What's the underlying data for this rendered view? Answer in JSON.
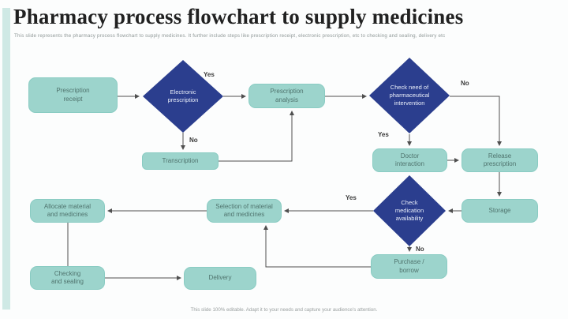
{
  "slide": {
    "title": "Pharmacy process flowchart to supply medicines",
    "subtitle": "This slide represents the pharmacy process flowchart to supply medicines. It further include steps like prescription receipt, electronic prescription, etc to checking and sealing, delivery etc",
    "footer_note": "This slide 100% editable. Adapt it to your needs and capture your audience's attention."
  },
  "colors": {
    "accent_strip": "#cfe9e5",
    "process_fill": "#9cd4cc",
    "process_border": "#8accc3",
    "process_text": "#4f736d",
    "decision_fill": "#2b3e8e",
    "decision_text": "#e9eef9",
    "connector": "#4f4f4f",
    "title_text": "#212121",
    "muted_text": "#8e9796"
  },
  "flowchart": {
    "nodes": {
      "prescription_receipt": {
        "label": "Prescription\nreceipt",
        "type": "process"
      },
      "electronic_prescription": {
        "label": "Electronic\nprescription",
        "type": "decision"
      },
      "prescription_analysis": {
        "label": "Prescription\nanalysis",
        "type": "process"
      },
      "transcription": {
        "label": "Transcription",
        "type": "process"
      },
      "check_need_pharmaceutical_intervention": {
        "label": "Check need of\npharmaceutical\nintervention",
        "type": "decision"
      },
      "doctor_interaction": {
        "label": "Doctor\ninteraction",
        "type": "process"
      },
      "release_prescription": {
        "label": "Release\nprescription",
        "type": "process"
      },
      "storage": {
        "label": "Storage",
        "type": "process"
      },
      "check_medication_availability": {
        "label": "Check\nmedication\navailability",
        "type": "decision"
      },
      "selection_of_material_and_medicines": {
        "label": "Selection of material\nand medicines",
        "type": "process"
      },
      "allocate_material_and_medicines": {
        "label": "Allocate material\nand medicines",
        "type": "process"
      },
      "checking_and_sealing": {
        "label": "Checking\nand sealing",
        "type": "process"
      },
      "delivery": {
        "label": "Delivery",
        "type": "process"
      },
      "purchase_borrow": {
        "label": "Purchase /\nborrow",
        "type": "process"
      }
    },
    "edges": [
      {
        "from": "prescription_receipt",
        "to": "electronic_prescription",
        "label": ""
      },
      {
        "from": "electronic_prescription",
        "to": "prescription_analysis",
        "label": "Yes"
      },
      {
        "from": "electronic_prescription",
        "to": "transcription",
        "label": "No"
      },
      {
        "from": "transcription",
        "to": "prescription_analysis",
        "label": ""
      },
      {
        "from": "prescription_analysis",
        "to": "check_need_pharmaceutical_intervention",
        "label": ""
      },
      {
        "from": "check_need_pharmaceutical_intervention",
        "to": "release_prescription",
        "label": "No"
      },
      {
        "from": "check_need_pharmaceutical_intervention",
        "to": "doctor_interaction",
        "label": "Yes"
      },
      {
        "from": "doctor_interaction",
        "to": "release_prescription",
        "label": ""
      },
      {
        "from": "release_prescription",
        "to": "storage",
        "label": ""
      },
      {
        "from": "storage",
        "to": "check_medication_availability",
        "label": ""
      },
      {
        "from": "check_medication_availability",
        "to": "selection_of_material_and_medicines",
        "label": "Yes"
      },
      {
        "from": "check_medication_availability",
        "to": "purchase_borrow",
        "label": "No"
      },
      {
        "from": "purchase_borrow",
        "to": "selection_of_material_and_medicines",
        "label": ""
      },
      {
        "from": "selection_of_material_and_medicines",
        "to": "allocate_material_and_medicines",
        "label": ""
      },
      {
        "from": "allocate_material_and_medicines",
        "to": "checking_and_sealing",
        "label": ""
      },
      {
        "from": "checking_and_sealing",
        "to": "delivery",
        "label": ""
      }
    ]
  }
}
